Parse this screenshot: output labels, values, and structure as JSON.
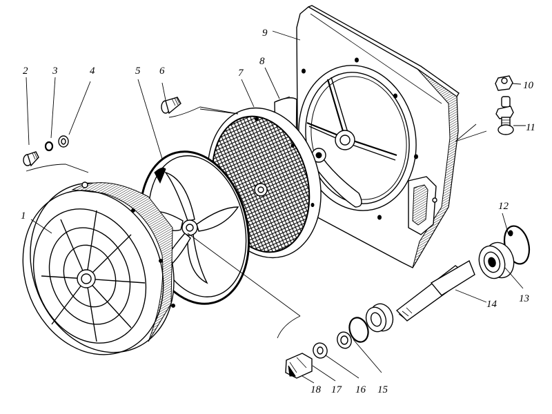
{
  "diagram": {
    "type": "exploded-view technical drawing",
    "subject": "fan / blower assembly",
    "colors": {
      "ink": "#000000",
      "paper": "#ffffff"
    },
    "callouts": [
      {
        "id": "1",
        "label": "1",
        "part": "fan-cover-grille"
      },
      {
        "id": "2",
        "label": "2",
        "part": "screw"
      },
      {
        "id": "3",
        "label": "3",
        "part": "spring-washer"
      },
      {
        "id": "4",
        "label": "4",
        "part": "flat-washer"
      },
      {
        "id": "5",
        "label": "5",
        "part": "impeller"
      },
      {
        "id": "6",
        "label": "6",
        "part": "screw"
      },
      {
        "id": "7",
        "label": "7",
        "part": "mesh-filter-disc"
      },
      {
        "id": "8",
        "label": "8",
        "part": "gasket"
      },
      {
        "id": "9",
        "label": "9",
        "part": "housing"
      },
      {
        "id": "10",
        "label": "10",
        "part": "nut"
      },
      {
        "id": "11",
        "label": "11",
        "part": "bolt"
      },
      {
        "id": "12",
        "label": "12",
        "part": "retaining-ring"
      },
      {
        "id": "13",
        "label": "13",
        "part": "bearing"
      },
      {
        "id": "14",
        "label": "14",
        "part": "shaft"
      },
      {
        "id": "15",
        "label": "15",
        "part": "retaining-ring-and-bearing"
      },
      {
        "id": "16",
        "label": "16",
        "part": "washer"
      },
      {
        "id": "17",
        "label": "17",
        "part": "lock-washer"
      },
      {
        "id": "18",
        "label": "18",
        "part": "nut"
      }
    ]
  }
}
